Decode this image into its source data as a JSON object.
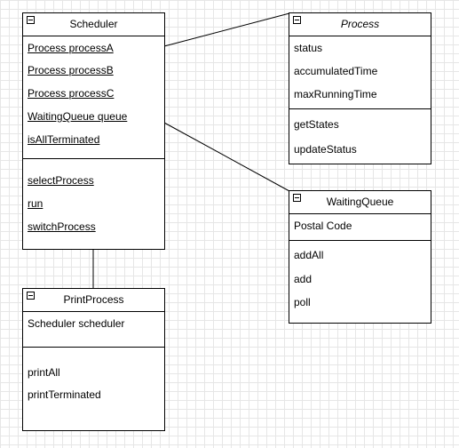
{
  "classes": {
    "scheduler": {
      "title": "Scheduler",
      "attributes": [
        "Process processA",
        "Process processB",
        "Process processC",
        "WaitingQueue queue",
        "isAllTerminated"
      ],
      "methods": [
        "selectProcess",
        "run",
        "switchProcess"
      ]
    },
    "process": {
      "title": "Process",
      "attributes": [
        "status",
        "accumulatedTime",
        "maxRunningTime"
      ],
      "methods": [
        "getStates",
        "updateStatus"
      ]
    },
    "waiting_queue": {
      "title": "WaitingQueue",
      "attributes": [
        "Postal Code"
      ],
      "methods": [
        "addAll",
        "add",
        "poll"
      ]
    },
    "print_process": {
      "title": "PrintProcess",
      "attributes": [
        "Scheduler scheduler"
      ],
      "methods": [
        "printAll",
        "printTerminated"
      ]
    }
  }
}
